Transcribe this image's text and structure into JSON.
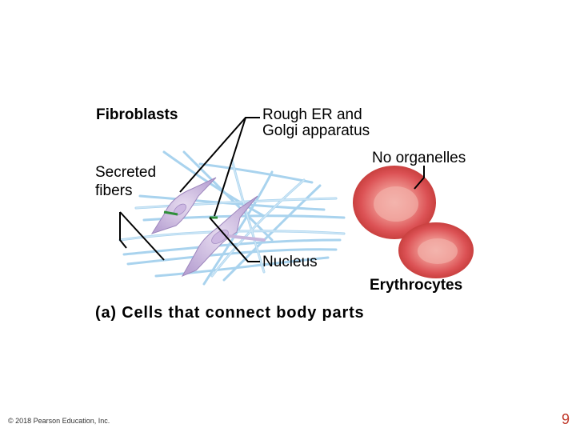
{
  "labels": {
    "fibroblasts": "Fibroblasts",
    "rough_er_line1": "Rough ER and",
    "rough_er_line2": "Golgi apparatus",
    "secreted_line1": "Secreted",
    "secreted_line2": "fibers",
    "nucleus": "Nucleus",
    "no_organelles": "No organelles",
    "erythrocytes": "Erythrocytes"
  },
  "caption": "(a) Cells that connect body parts",
  "footer": {
    "copyright": "© 2018 Pearson Education, Inc.",
    "page_number": "9"
  },
  "colors": {
    "fiber": "#a9d3ee",
    "fibroblast": "#c8b6dd",
    "rbc_edge": "#d94b4d",
    "rbc_center": "#f2a7a3",
    "page_number": "#c0392b"
  }
}
